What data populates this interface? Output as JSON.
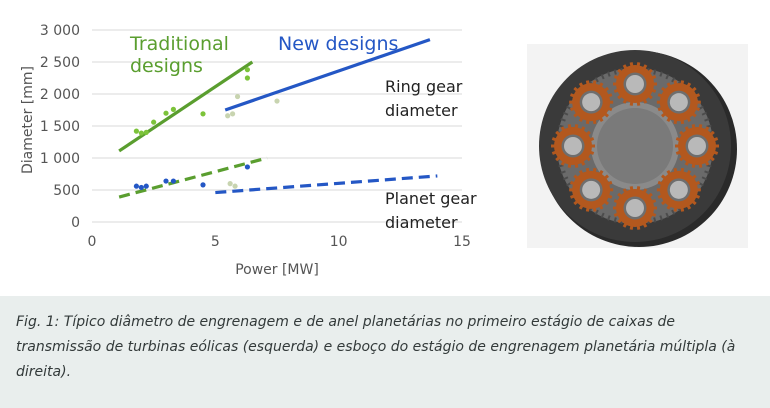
{
  "chart_data": {
    "type": "scatter",
    "xlabel": "Power [MW]",
    "ylabel": "Diameter [mm]",
    "xlim": [
      0,
      15
    ],
    "ylim": [
      0,
      3000
    ],
    "x_ticks": [
      0,
      5,
      10,
      15
    ],
    "x_tick_labels": [
      "0",
      "5",
      "10",
      "15"
    ],
    "y_ticks": [
      0,
      500,
      1000,
      1500,
      2000,
      2500,
      3000
    ],
    "y_tick_labels": [
      "0",
      "500",
      "1 000",
      "1 500",
      "2 000",
      "2 500",
      "3 000"
    ],
    "grid": "horizontal",
    "legend": "none",
    "annotations": [
      {
        "lines": [
          "Traditional",
          "designs"
        ],
        "color": "#5a9e2f"
      },
      {
        "lines": [
          "New designs"
        ],
        "color": "#2457c5"
      },
      {
        "lines": [
          "Ring gear",
          "diameter"
        ],
        "color": "#222222"
      },
      {
        "lines": [
          "Planet gear",
          "diameter"
        ],
        "color": "#222222"
      }
    ],
    "series": [
      {
        "group": "traditional",
        "kind": "ring gear diameter",
        "color": "#7cc33a",
        "points": [
          [
            1.8,
            1420
          ],
          [
            2.0,
            1390
          ],
          [
            2.2,
            1400
          ],
          [
            2.5,
            1560
          ],
          [
            3.0,
            1700
          ],
          [
            3.3,
            1760
          ],
          [
            4.5,
            1690
          ],
          [
            6.3,
            2250
          ],
          [
            6.3,
            2380
          ]
        ]
      },
      {
        "group": "traditional",
        "kind": "planet gear diameter",
        "color": "#2457c5",
        "points": [
          [
            1.8,
            560
          ],
          [
            2.0,
            540
          ],
          [
            2.2,
            560
          ],
          [
            3.0,
            640
          ],
          [
            3.3,
            640
          ],
          [
            4.5,
            580
          ],
          [
            6.3,
            860
          ]
        ]
      },
      {
        "group": "new",
        "kind": "ring gear diameter",
        "color": "#c8d4b0",
        "points": [
          [
            5.5,
            1660
          ],
          [
            5.7,
            1690
          ],
          [
            5.9,
            1960
          ],
          [
            7.5,
            1890
          ]
        ]
      },
      {
        "group": "new",
        "kind": "planet gear diameter",
        "color": "#c8d4b0",
        "points": [
          [
            5.6,
            600
          ],
          [
            5.8,
            560
          ]
        ]
      }
    ],
    "trend_lines": [
      {
        "group": "traditional",
        "kind": "ring gear diameter",
        "color": "#5a9e2f",
        "dash": false,
        "points": [
          [
            1.1,
            1110
          ],
          [
            6.5,
            2500
          ]
        ]
      },
      {
        "group": "traditional",
        "kind": "planet gear diameter",
        "color": "#5a9e2f",
        "dash": true,
        "points": [
          [
            1.1,
            390
          ],
          [
            7.1,
            1000
          ]
        ]
      },
      {
        "group": "new",
        "kind": "ring gear diameter",
        "color": "#2457c5",
        "dash": false,
        "points": [
          [
            5.4,
            1750
          ],
          [
            13.7,
            2850
          ]
        ]
      },
      {
        "group": "new",
        "kind": "planet gear diameter",
        "color": "#2457c5",
        "dash": true,
        "points": [
          [
            5.0,
            460
          ],
          [
            14.0,
            720
          ]
        ]
      }
    ]
  },
  "figure": {
    "image_name": "planetary-gear-stage-rendering",
    "colors": {
      "ring": "#3a3a3a",
      "gear": "#b3581e",
      "sun": "#8a8a8a",
      "bearing": "#b9b9b9"
    }
  },
  "caption": {
    "text": "Fig. 1: Típico diâmetro de engrenagem e de anel planetárias no primeiro estágio de caixas de transmissão de turbinas eólicas (esquerda) e esboço do estágio de engrenagem planetária múltipla (à direita)."
  }
}
